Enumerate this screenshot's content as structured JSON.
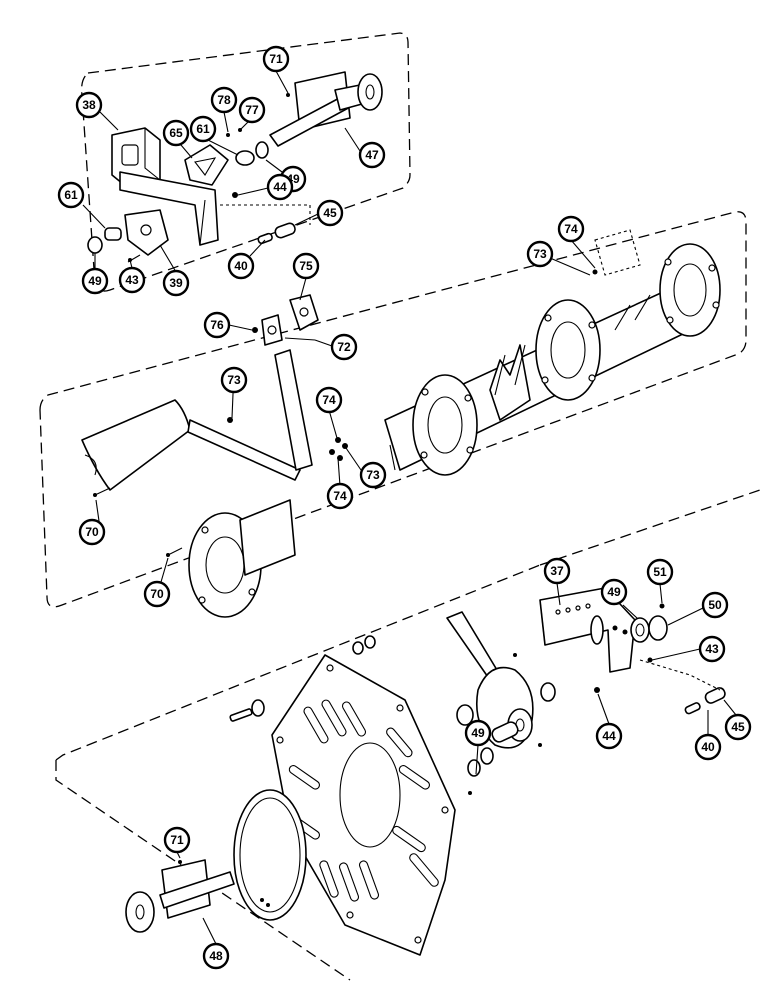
{
  "diagram": {
    "callouts": [
      "71",
      "38",
      "78",
      "77",
      "65",
      "61",
      "47",
      "49",
      "44",
      "61",
      "45",
      "39",
      "40",
      "43",
      "49",
      "74",
      "73",
      "75",
      "76",
      "72",
      "73",
      "74",
      "73",
      "74",
      "70",
      "70",
      "37",
      "49",
      "51",
      "50",
      "43",
      "44",
      "40",
      "45",
      "49",
      "71",
      "48"
    ]
  }
}
